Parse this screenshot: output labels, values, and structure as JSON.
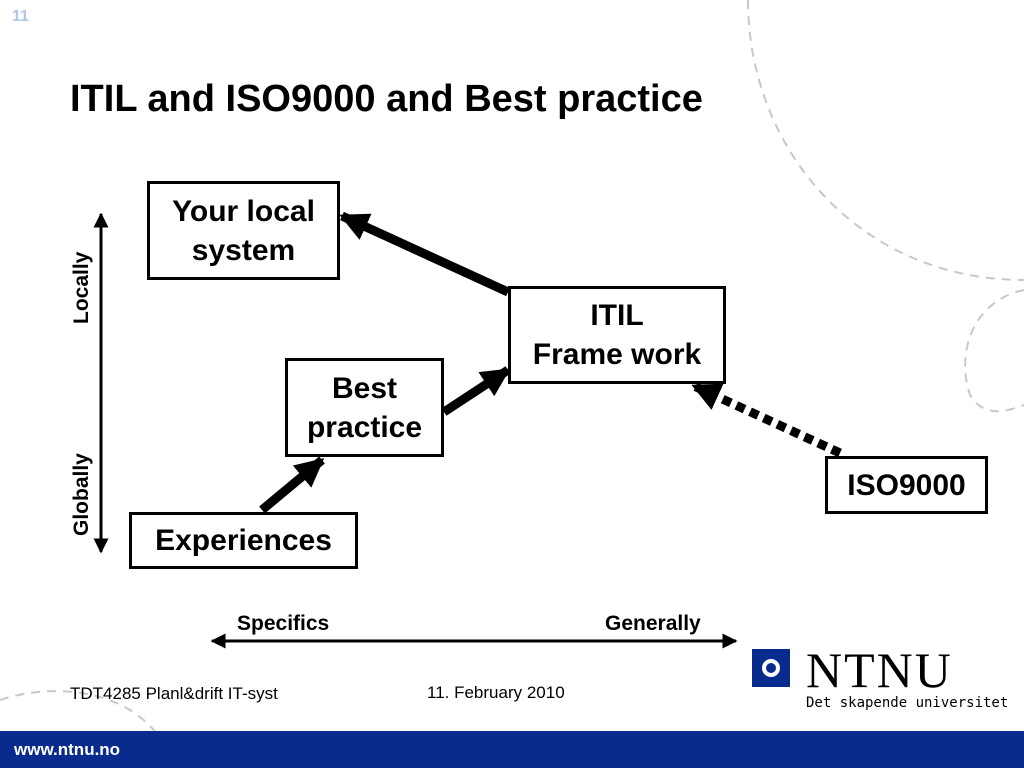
{
  "slide": {
    "number": "11",
    "title": "ITIL and ISO9000 and Best practice"
  },
  "diagram": {
    "nodes": {
      "local_system": {
        "lines": [
          "Your local",
          "system"
        ]
      },
      "itil": {
        "lines": [
          "ITIL",
          "Frame work"
        ]
      },
      "best_practice": {
        "lines": [
          "Best",
          "practice"
        ]
      },
      "experiences": {
        "lines": [
          "Experiences"
        ]
      },
      "iso9000": {
        "lines": [
          "ISO9000"
        ]
      }
    },
    "edges": [
      {
        "from": "experiences",
        "to": "best_practice",
        "style": "solid"
      },
      {
        "from": "best_practice",
        "to": "itil",
        "style": "solid"
      },
      {
        "from": "itil",
        "to": "local_system",
        "style": "solid"
      },
      {
        "from": "iso9000",
        "to": "itil",
        "style": "dotted"
      }
    ],
    "vertical_axis": {
      "top_label": "Locally",
      "bottom_label": "Globally"
    },
    "horizontal_axis": {
      "left_label": "Specifics",
      "right_label": "Generally"
    }
  },
  "footer": {
    "course": "TDT4285 Planl&drift IT-syst",
    "date": "11. February 2010",
    "url": "www.ntnu.no",
    "colors": {
      "bar": "#0a2b8e"
    }
  },
  "logo": {
    "name": "NTNU",
    "tagline": "Det skapende universitet"
  }
}
